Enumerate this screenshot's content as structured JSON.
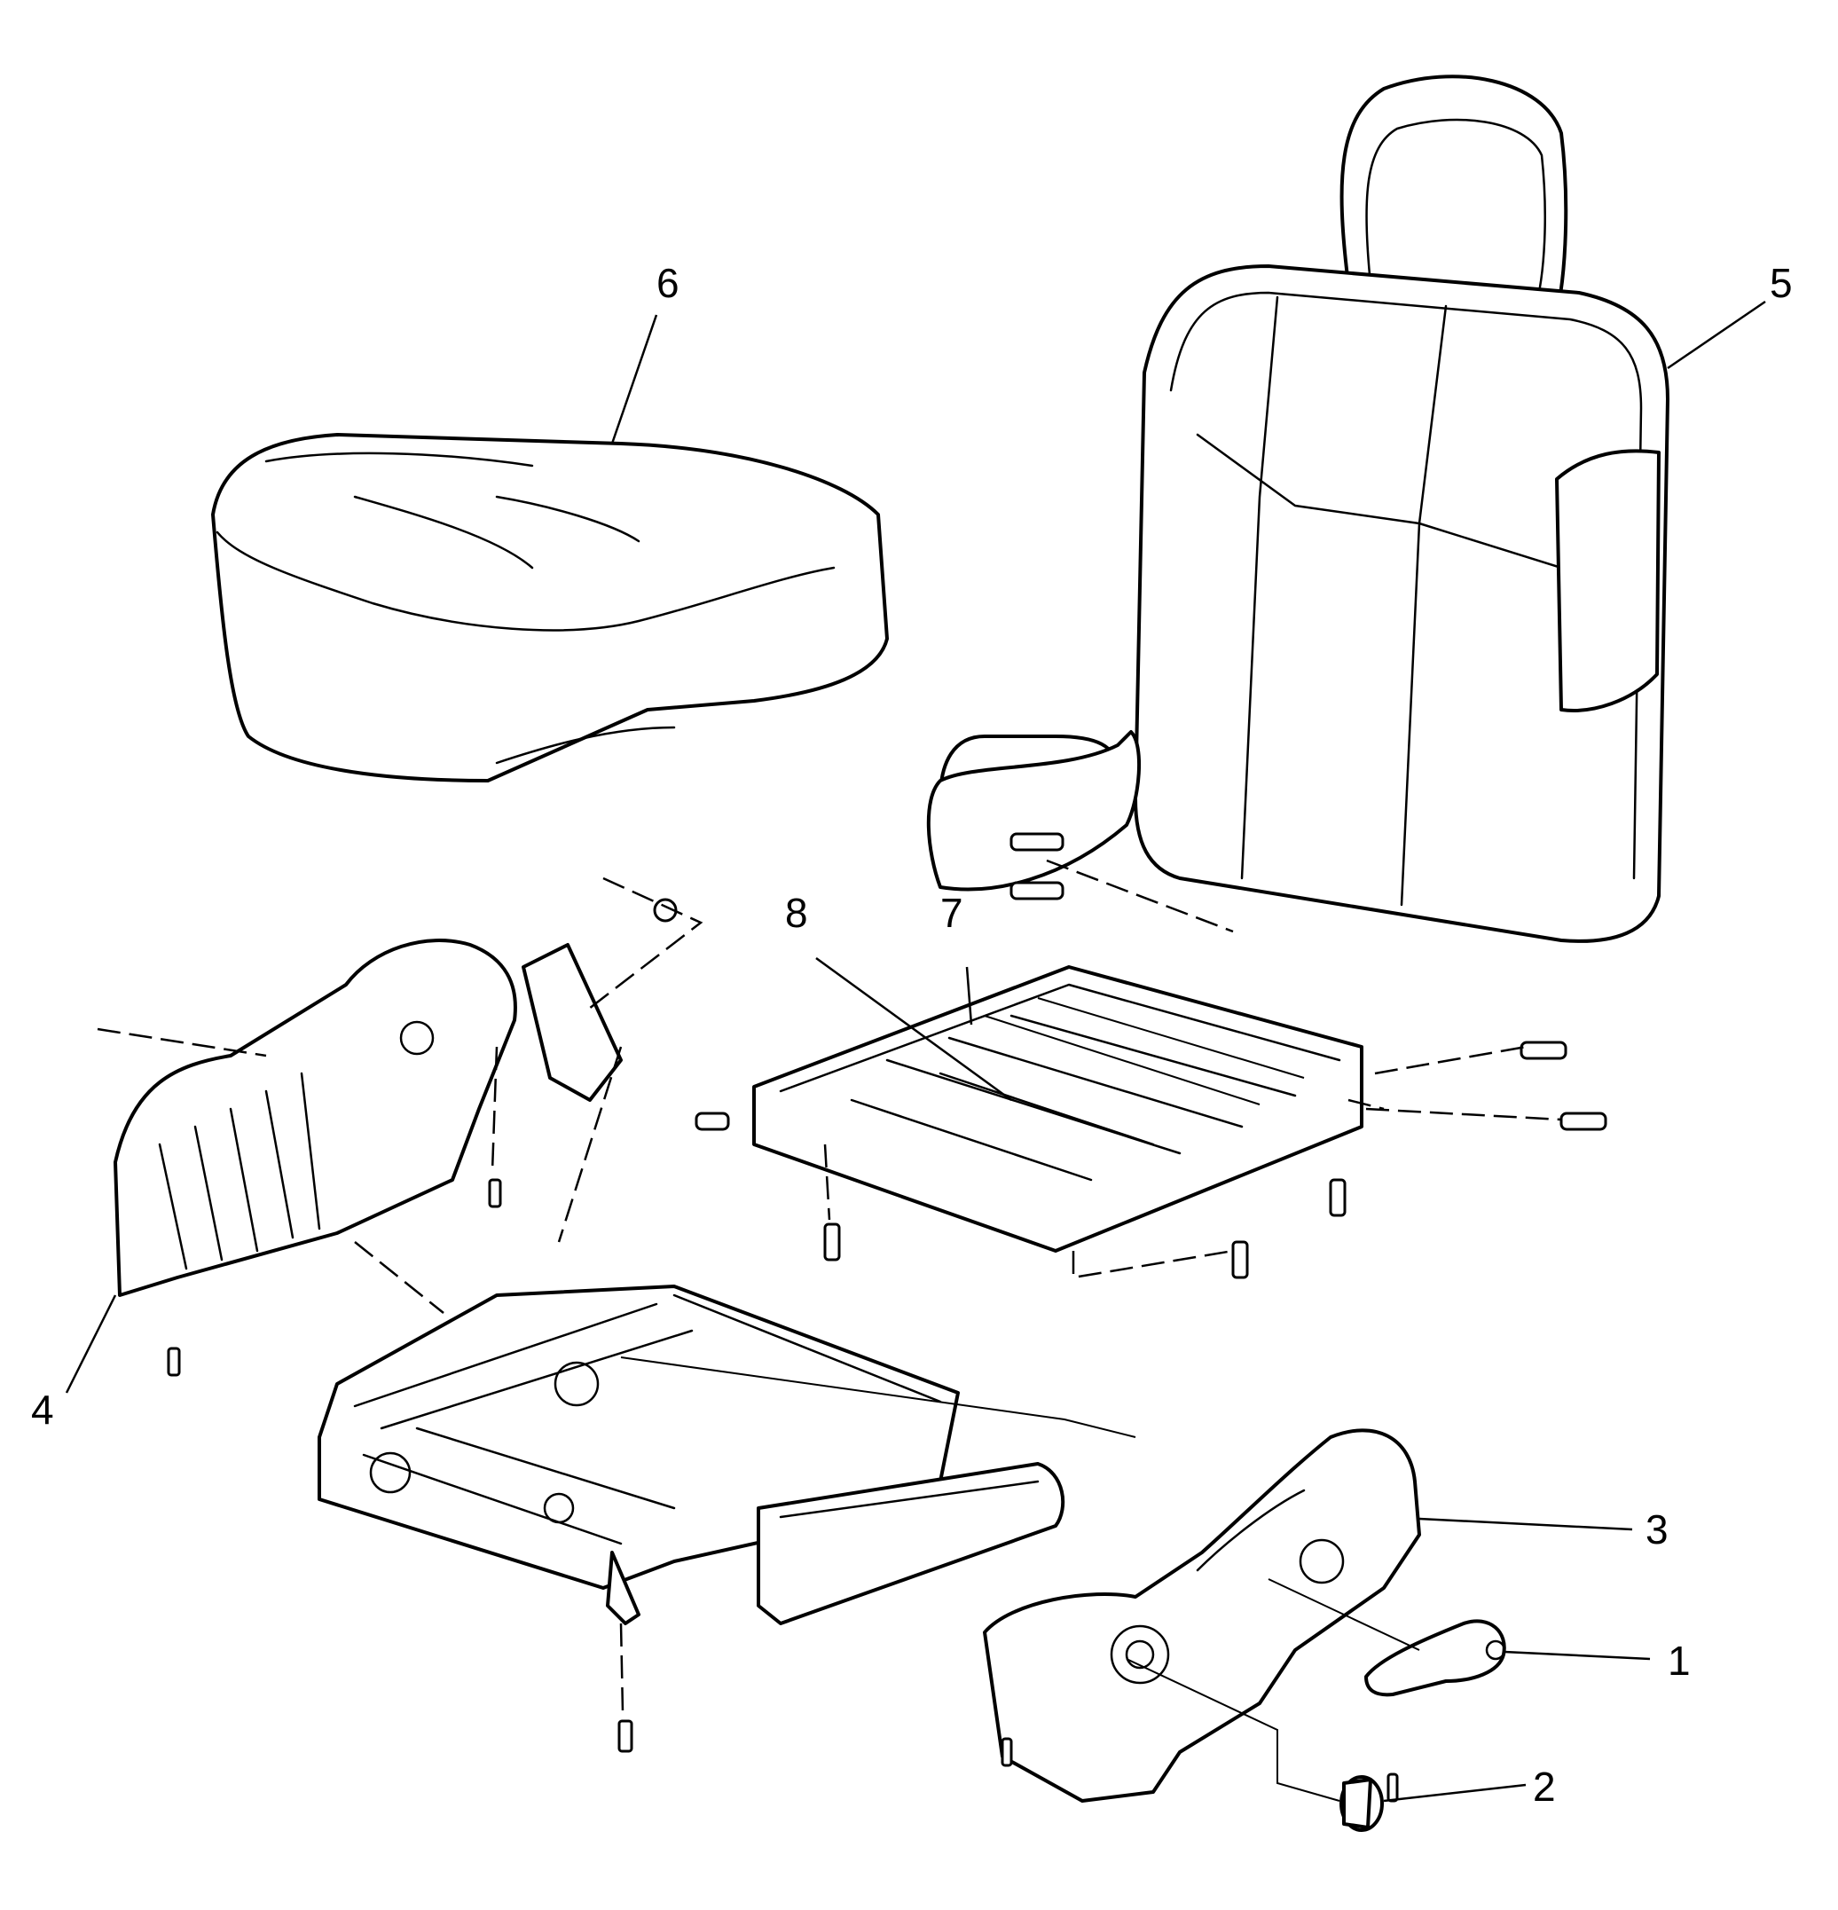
{
  "diagram": {
    "callouts": [
      {
        "id": "callout-1",
        "text": "1"
      },
      {
        "id": "callout-2",
        "text": "2"
      },
      {
        "id": "callout-3",
        "text": "3"
      },
      {
        "id": "callout-4",
        "text": "4"
      },
      {
        "id": "callout-5",
        "text": "5"
      },
      {
        "id": "callout-6",
        "text": "6"
      },
      {
        "id": "callout-7",
        "text": "7"
      },
      {
        "id": "callout-8",
        "text": "8"
      }
    ]
  }
}
